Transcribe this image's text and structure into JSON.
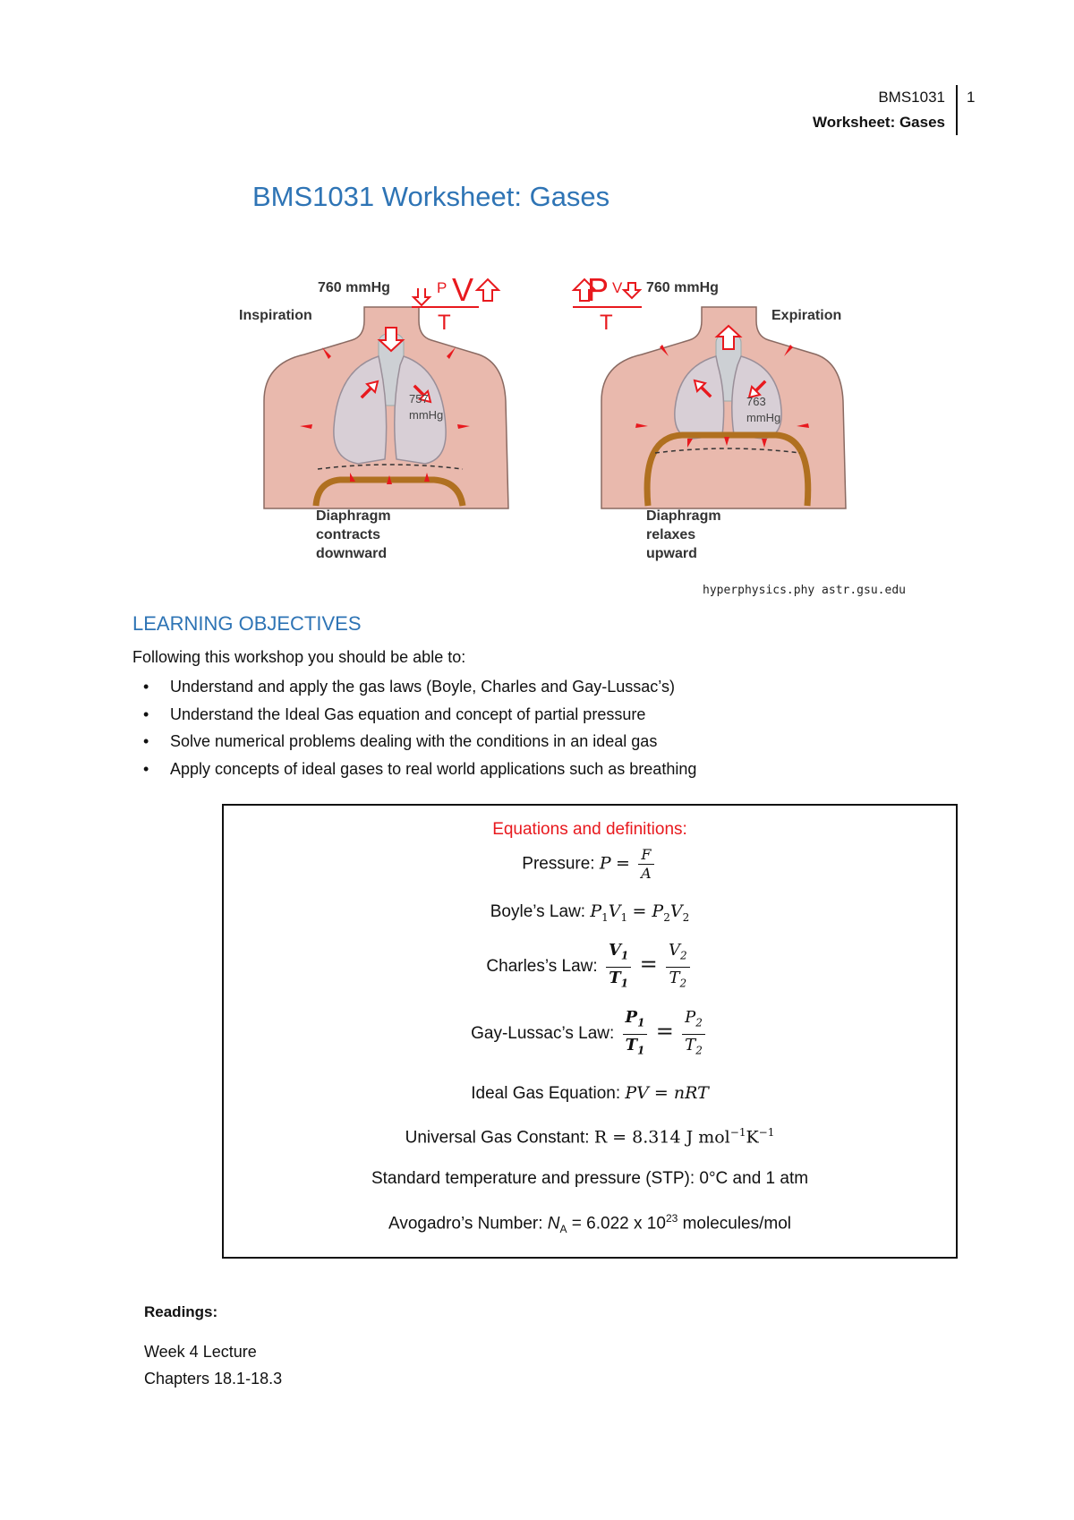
{
  "header": {
    "course": "BMS1031",
    "subtitle": "Worksheet: Gases",
    "page": "1"
  },
  "title": "BMS1031 Worksheet: Gases",
  "figure": {
    "left": {
      "pressure": "760 mmHg",
      "label": "Inspiration",
      "lung_p1": "757",
      "lung_p2": "mmHg",
      "d1": "Diaphragm",
      "d2": "contracts",
      "d3": "downward",
      "p": "P",
      "v": "V",
      "t": "T"
    },
    "right": {
      "pressure": "760 mmHg",
      "label": "Expiration",
      "lung_p1": "763",
      "lung_p2": "mmHg",
      "d1": "Diaphragm",
      "d2": "relaxes",
      "d3": "upward",
      "p": "P",
      "v": "V",
      "t": "T"
    },
    "credit": "hyperphysics.phy astr.gsu.edu"
  },
  "objectives": {
    "heading": "LEARNING OBJECTIVES",
    "intro": "Following this workshop you should be able to:",
    "items": [
      "Understand and apply the gas laws (Boyle, Charles and Gay-Lussac’s)",
      "Understand the Ideal Gas equation and concept of partial pressure",
      "Solve numerical problems dealing with the conditions in an ideal gas",
      "Apply concepts of ideal gases to real world applications such as breathing"
    ]
  },
  "equations": {
    "title": "Equations and definitions:",
    "pressure_label": "Pressure: ",
    "boyle_label": "Boyle’s Law: ",
    "charles_label": "Charles’s Law: ",
    "gay_label": "Gay-Lussac’s Law: ",
    "ideal_label": "Ideal Gas Equation: ",
    "ideal_eq": "PV = nRT",
    "r_label": "Universal Gas Constant: ",
    "r_value": "R = 8.314 J mol",
    "stp": "Standard temperature and pressure (STP): 0°C and 1 atm",
    "avogadro_label": "Avogadro’s Number: ",
    "avogadro_value": " = 6.022 x 10",
    "avogadro_exp": "23",
    "avogadro_unit": " molecules/mol"
  },
  "readings": {
    "heading": "Readings:",
    "line1": "Week 4 Lecture",
    "line2": "Chapters 18.1-18.3"
  }
}
